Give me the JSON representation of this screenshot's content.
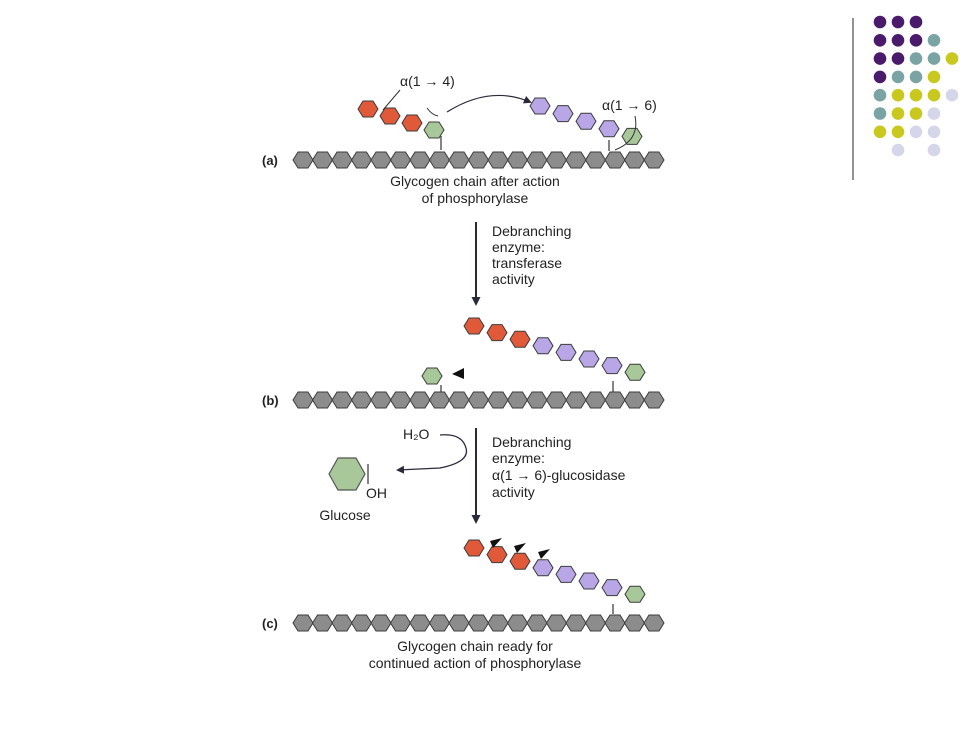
{
  "decor": {
    "dot_colors": {
      "p": "#4a1a6b",
      "t": "#7aa3a3",
      "y": "#c8c81e",
      "l": "#d6d6ea"
    },
    "dot_grid": [
      "ppp  ",
      "pppt ",
      "pptty",
      "ptty ",
      "tyyyl",
      "tyyl ",
      "yyll ",
      " l l "
    ],
    "divider_color": "#6f6f6f"
  },
  "colors": {
    "backbone": "#8c8c8c",
    "orange": "#e05a3a",
    "purple": "#b8a6e6",
    "green": "#a8c89a",
    "arrow": "#2a2a3a"
  },
  "diagram": {
    "panels": [
      {
        "key": "a",
        "label": "(a)"
      },
      {
        "key": "b",
        "label": "(b)"
      },
      {
        "key": "c",
        "label": "(c)"
      }
    ],
    "bond_alpha14": "α(1 → 4)",
    "bond_alpha16": "α(1 → 6)",
    "caption_a": [
      "Glycogen chain after action",
      "of phosphorylase"
    ],
    "step1": [
      "Debranching",
      "enzyme:",
      "transferase",
      "activity"
    ],
    "step2": [
      "Debranching",
      "enzyme:",
      "α(1 → 6)-glucosidase",
      "activity"
    ],
    "water": "H₂O",
    "hydroxyl": "OH",
    "glucose": "Glucose",
    "caption_c": [
      "Glycogen chain ready for",
      "continued action of phosphorylase"
    ]
  }
}
